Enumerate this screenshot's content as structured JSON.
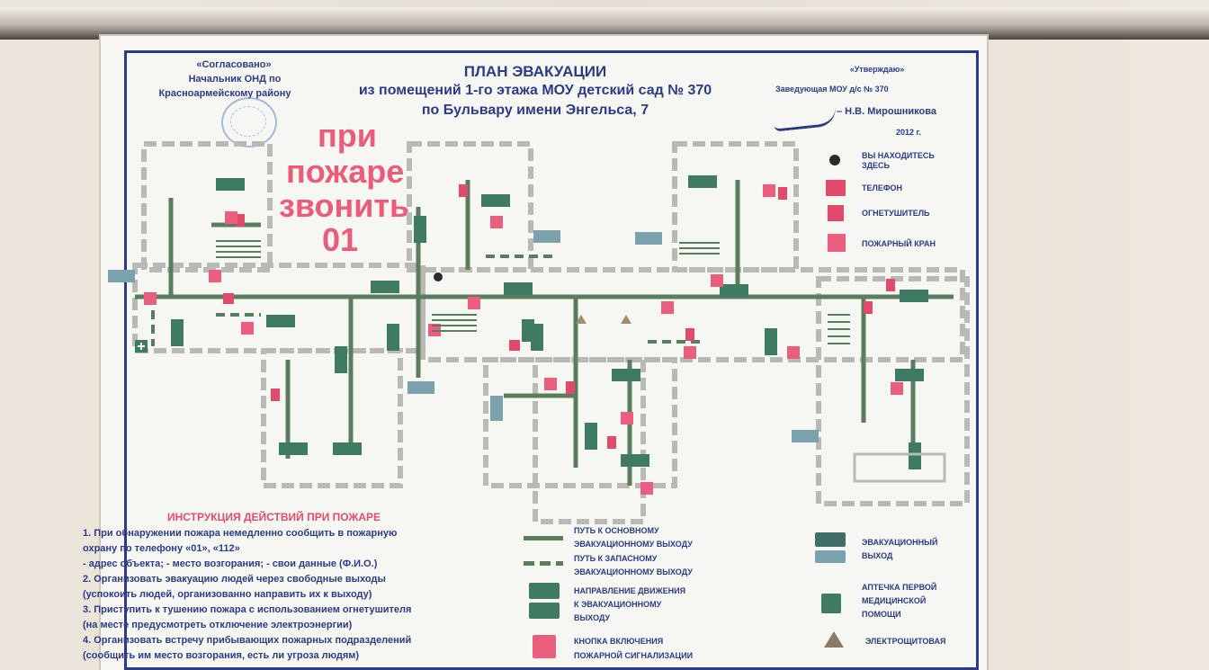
{
  "header": {
    "approved_left": {
      "label": "«Согласовано»",
      "line1": "Начальник ОНД по",
      "line2": "Красноармейскому району"
    },
    "title": "ПЛАН ЭВАКУАЦИИ",
    "subtitle1": "из помещений 1-го этажа МОУ детский сад № 370",
    "subtitle2": "по Бульвару имени Энгельса, 7",
    "approved_right": {
      "label": "«Утверждаю»",
      "line1": "Заведующая МОУ д/с № 370",
      "line2": "– Н.В. Мирошникова",
      "line3": "2012 г."
    }
  },
  "fire_call": {
    "line1": "при",
    "line2": "пожаре",
    "line3": "звонить",
    "line4": "01"
  },
  "legend_top": [
    {
      "icon": "you-are-here-icon",
      "label": "ВЫ НАХОДИТЕСЬ ЗДЕСЬ"
    },
    {
      "icon": "phone-icon",
      "label": "ТЕЛЕФОН"
    },
    {
      "icon": "extinguisher-icon",
      "label": "ОГНЕТУШИТЕЛЬ"
    },
    {
      "icon": "hydrant-icon",
      "label": "ПОЖАРНЫЙ КРАН"
    }
  ],
  "instructions": {
    "title": "ИНСТРУКЦИЯ ДЕЙСТВИЙ ПРИ ПОЖАРЕ",
    "lines": [
      "1. При обнаружении пожара немедленно сообщить в пожарную",
      "охрану по телефону «01», «112»",
      "- адрес объекта; - место возгорания; - свои данные (Ф.И.О.)",
      "2. Организовать эвакуацию людей через свободные выходы",
      "(успокоить людей, организованно направить их к выходу)",
      "3. Приступить к тушению пожара с использованием огнетушителя",
      "(на месте предусмотреть отключение электроэнергии)",
      "4. Организовать встречу прибывающих пожарных подразделений",
      "(сообщить им место возгорания, есть ли угроза людям)"
    ]
  },
  "legend_bottom": [
    {
      "icon": "main-route-line",
      "label1": "ПУТЬ К ОСНОВНОМУ",
      "label2": "ЭВАКУАЦИОННОМУ ВЫХОДУ"
    },
    {
      "icon": "spare-route-dash",
      "label1": "ПУТЬ К ЗАПАСНОМУ",
      "label2": "ЭВАКУАЦИОННОМУ ВЫХОДУ"
    },
    {
      "icon": "direction-sign-icon",
      "label1": "НАПРАВЛЕНИЕ ДВИЖЕНИЯ",
      "label2": "К ЭВАКУАЦИОННОМУ",
      "label3": "ВЫХОДУ"
    },
    {
      "icon": "alarm-button-icon",
      "label1": "КНОПКА ВКЛЮЧЕНИЯ",
      "label2": "ПОЖАРНОЙ СИГНАЛИЗАЦИИ"
    },
    {
      "icon": "exit-sign-icon",
      "label1": "ЭВАКУАЦИОННЫЙ",
      "label2": "ВЫХОД"
    },
    {
      "icon": "first-aid-icon",
      "label1": "АПТЕЧКА ПЕРВОЙ",
      "label2": "МЕДИЦИНСКОЙ",
      "label3": "ПОМОЩИ"
    },
    {
      "icon": "electric-panel-icon",
      "label1": "ЭЛЕКТРОЩИТОВАЯ"
    }
  ],
  "colors": {
    "wall_dash": "#b9bab5",
    "route": "#5a7d5d",
    "sign": "#3f7a62",
    "extinguisher": "#e24a6c",
    "text": "#2d3a88",
    "alarm": "#ea5f7d"
  }
}
